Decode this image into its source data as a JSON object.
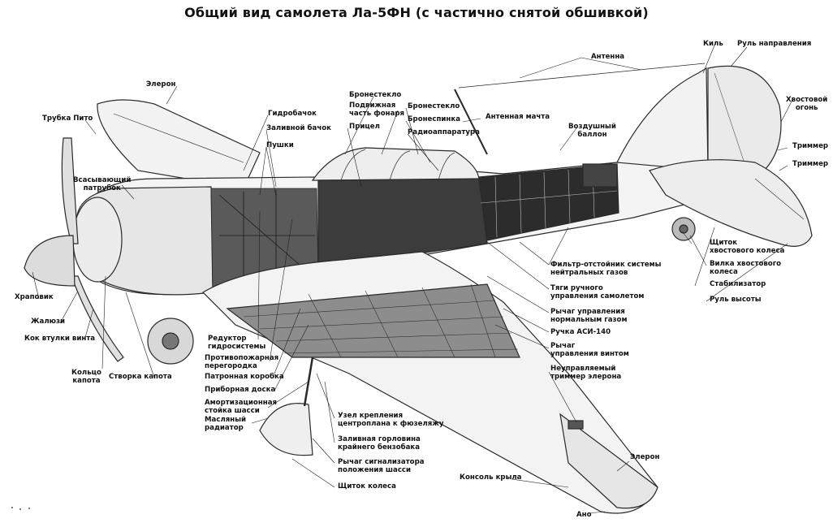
{
  "title": "Общий вид самолета Ла-5ФН (с частично снятой обшивкой)",
  "labels": {
    "kil": "Киль",
    "rul_napravleniya": "Руль направления",
    "antenna": "Антенна",
    "eleron_top": "Элерон",
    "bronesteklo_1": "Бронестекло",
    "podvizhnaya_1": "Подвижная",
    "podvizhnaya_2": "часть фонаря",
    "bronesteklo_2": "Бронестекло",
    "bronespinka": "Бронеспинка",
    "radioapparatura": "Радиоаппаратура",
    "antennaya_machta": "Антенная мачта",
    "vozdushny_1": "Воздушный",
    "vozdushny_2": "баллон",
    "hvostovoy_1": "Хвостовой",
    "hvostovoy_2": "огонь",
    "trimmer_1": "Триммер",
    "trimmer_2": "Триммер",
    "truba_pito": "Трубка Пито",
    "gidrobachok": "Гидробачок",
    "zalivnoy_bachok": "Заливной бачок",
    "pritsel": "Прицел",
    "pushki": "Пушки",
    "vsas_1": "Всасывающий",
    "vsas_2": "патрубок",
    "shitok_hv_1": "Щиток",
    "shitok_hv_2": "хвостового колеса",
    "vilka_1": "Вилка хвостового",
    "vilka_2": "колеса",
    "filtr_1": "Фильтр-отстойник системы",
    "filtr_2": "нейтральных газов",
    "tyagi_1": "Тяги ручного",
    "tyagi_2": "управления самолетом",
    "stabilizator": "Стабилизатор",
    "rul_vysoty": "Руль высоты",
    "rychag_norm_1": "Рычаг управления",
    "rychag_norm_2": "нормальным газом",
    "ruchka_asi": "Ручка АСИ-140",
    "rychag_vint_1": "Рычаг",
    "rychag_vint_2": "управления винтом",
    "neuprav_1": "Неуправляемый",
    "neuprav_2": "триммер элерона",
    "hrapovik": "Храповик",
    "zhalyuzi": "Жалюзи",
    "kok": "Кок втулки винта",
    "reduktor_1": "Редуктор",
    "reduktor_2": "гидросистемы",
    "protivo_1": "Противопожарная",
    "protivo_2": "перегородка",
    "patronnaya": "Патронная коробка",
    "pribornaya": "Приборная доска",
    "amort_1": "Амортизационная",
    "amort_2": "стойка шасси",
    "masl_1": "Масляный",
    "masl_2": "радиатор",
    "koltso_1": "Кольцо",
    "koltso_2": "капота",
    "stvorka": "Створка капота",
    "uzel_1": "Узел крепления",
    "uzel_2": "центроплана к фюзеляжу",
    "zalivnaya_1": "Заливная горловина",
    "zalivnaya_2": "крайнего бензобака",
    "rychag_sign_1": "Рычаг сигнализатора",
    "rychag_sign_2": "положения шасси",
    "shitok_kolesa": "Щиток колеса",
    "konsol": "Консоль крыла",
    "eleron_bottom": "Элерон",
    "ano": "Ано"
  }
}
